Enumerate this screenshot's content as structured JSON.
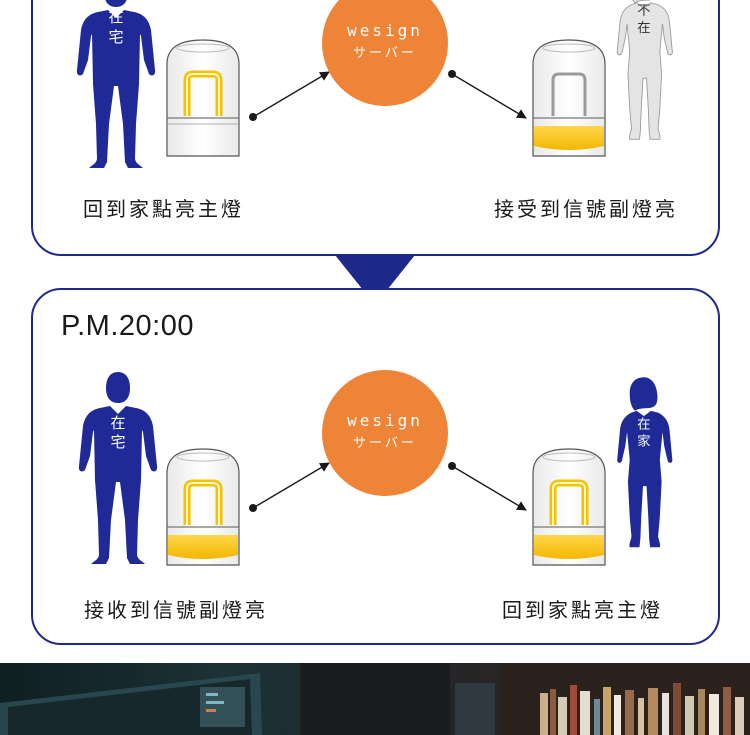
{
  "colors": {
    "navy": "#1e2a8a",
    "figure_blue": "#1f2a96",
    "server_orange": "#ee8437",
    "light_yellow": "#f7c500",
    "absent_gray": "#e4e4e4"
  },
  "top_scene": {
    "left_figure": {
      "label_line1": "在",
      "label_line2": "宅",
      "icon": "man-silhouette-icon"
    },
    "left_lamp": {
      "state": "main-light-on",
      "icon": "lamp-icon"
    },
    "server": {
      "line1": "wesign",
      "line2": "サーバー"
    },
    "right_lamp": {
      "state": "sub-light-on",
      "icon": "lamp-icon"
    },
    "right_figure": {
      "label_line1": "不",
      "label_line2": "在",
      "icon": "woman-silhouette-icon",
      "present": false
    },
    "left_caption": "回到家點亮主燈",
    "right_caption": "接受到信號副燈亮"
  },
  "bottom_scene": {
    "time": "P.M.20:00",
    "left_figure": {
      "label_line1": "在",
      "label_line2": "宅",
      "icon": "man-silhouette-icon"
    },
    "left_lamp": {
      "state": "both-lights-on",
      "icon": "lamp-icon"
    },
    "server": {
      "line1": "wesign",
      "line2": "サーバー"
    },
    "right_lamp": {
      "state": "both-lights-on",
      "icon": "lamp-icon"
    },
    "right_figure": {
      "label_line1": "在",
      "label_line2": "家",
      "icon": "woman-silhouette-icon",
      "present": true
    },
    "left_caption": "接收到信號副燈亮",
    "right_caption": "回到家點亮主燈"
  },
  "photo_strip": {
    "icon": "desk-photo-strip"
  }
}
